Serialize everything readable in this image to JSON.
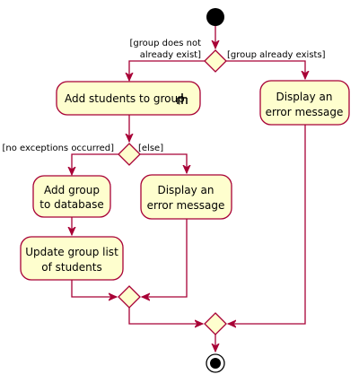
{
  "colors": {
    "stroke": "#A80036",
    "fill": "#FEFECE",
    "node": "#000000",
    "text": "#000000"
  },
  "guards": {
    "no_group_line1": "[group does not",
    "no_group_line2": "already exist]",
    "group_exists": "[group already exists]",
    "no_exceptions": "[no exceptions occurred]",
    "else": "[else]"
  },
  "activities": {
    "add_students": "Add students to group",
    "add_students_icon": "rake-icon",
    "error_top_line1": "Display an",
    "error_top_line2": "error message",
    "add_group_line1": "Add group",
    "add_group_line2": "to database",
    "update_list_line1": "Update group list",
    "update_list_line2": "of students",
    "error_mid_line1": "Display an",
    "error_mid_line2": "error message"
  }
}
